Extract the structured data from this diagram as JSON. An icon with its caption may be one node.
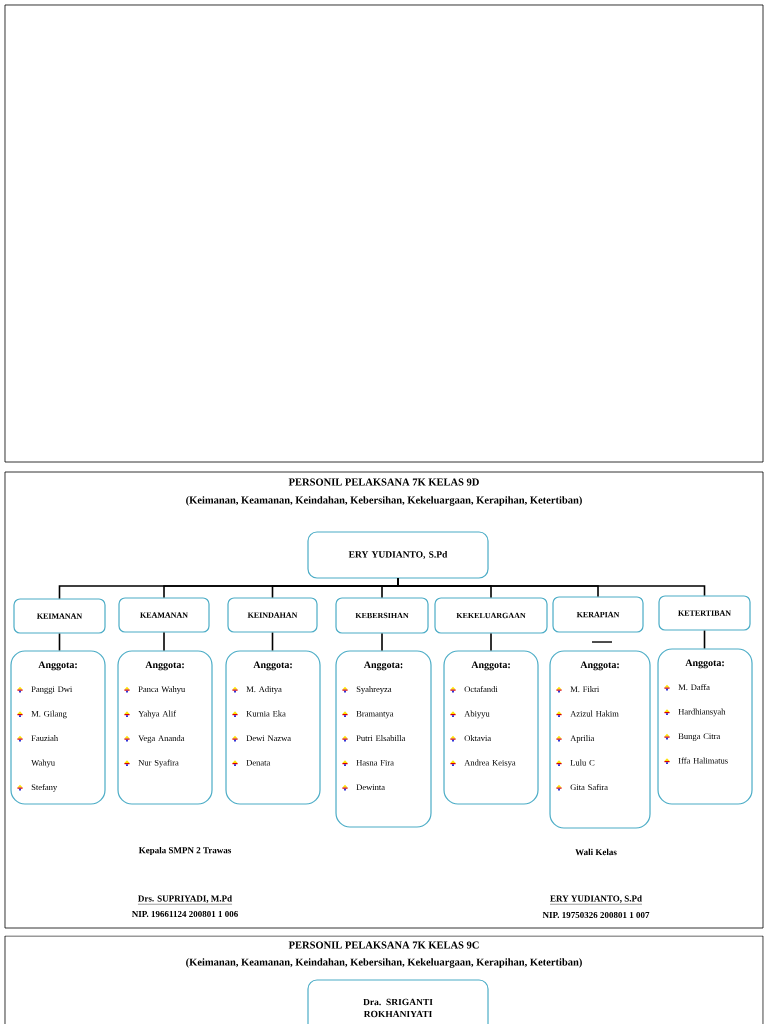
{
  "diagram": {
    "title": "PERSONIL PELAKSANA 7K KELAS 9D",
    "nodes": [
      {
        "text": [
          "ERY YUDIANTO, S.Pd"
        ]
      },
      {
        "text": [
          "KEIMANAN"
        ]
      },
      {
        "text": [
          "KEAMANAN"
        ]
      },
      {
        "text": [
          "KEINDAHAN"
        ]
      },
      {
        "text": [
          "KEBERSIHAN"
        ]
      },
      {
        "text": [
          "KEKELUARGAAN"
        ]
      },
      {
        "text": [
          "KERAPIAN"
        ]
      },
      {
        "text": [
          "KETERTIBAN"
        ]
      },
      {
        "text": [
          "Anggota:",
          "Panggi Dwi",
          "M. Gilang",
          "Fauziah Wahyu",
          "Stefany"
        ]
      },
      {
        "text": [
          "Anggota:",
          "Panca Wahyu",
          "Yahya Alif",
          "Vega Ananda",
          "Nur Syafira"
        ]
      },
      {
        "text": [
          "Anggota:",
          "M. Aditya",
          "Kurnia Eka",
          "Dewi Nazwa",
          "Denata"
        ]
      },
      {
        "text": [
          "Anggota:",
          "Syahreyza",
          "Bramantya",
          "Putri Elsabilla",
          "Hasna Fira",
          "Dewinta"
        ]
      },
      {
        "text": [
          "Anggota:",
          "Octafandi",
          "Abiyyu",
          "Oktavia",
          "Andrea Keisya"
        ]
      },
      {
        "text": [
          "Anggota:",
          "M. Fikri",
          "Azizul Hakim",
          "Aprilia",
          "Lulu C",
          "Gita Safira"
        ]
      },
      {
        "text": [
          "Anggota:",
          "M. Daffa",
          "Hardhiansyah",
          "Bunga Citra",
          "Iffa Halimatus"
        ]
      },
      {
        "text": [
          "Dra. SRIGANTI ROKHANIYATI"
        ]
      }
    ],
    "edges": [
      {
        "from": 0,
        "to": 1,
        "arrow": "none"
      },
      {
        "from": 0,
        "to": 2,
        "arrow": "none"
      },
      {
        "from": 0,
        "to": 3,
        "arrow": "none"
      },
      {
        "from": 0,
        "to": 4,
        "arrow": "none"
      },
      {
        "from": 0,
        "to": 5,
        "arrow": "none"
      },
      {
        "from": 0,
        "to": 6,
        "arrow": "none"
      },
      {
        "from": 0,
        "to": 7,
        "arrow": "none"
      },
      {
        "from": 1,
        "to": 8,
        "arrow": "none"
      },
      {
        "from": 2,
        "to": 9,
        "arrow": "none"
      },
      {
        "from": 3,
        "to": 10,
        "arrow": "none"
      },
      {
        "from": 4,
        "to": 11,
        "arrow": "none"
      },
      {
        "from": 5,
        "to": 12,
        "arrow": "none"
      },
      {
        "from": 7,
        "to": 14,
        "arrow": "none"
      }
    ],
    "labels": [
      "(Keimanan, Keamanan, Keindahan, Kebersihan, Kekeluargaan, Kerapihan, Ketertiban)",
      "Kepala SMPN 2 Trawas",
      "Wali Kelas",
      "Drs. SUPRIYADI, M.Pd",
      "NIP. 19661124 200801 1 006",
      "ERY YUDIANTO, S.Pd",
      "NIP. 19750326 200801 1 007",
      "PERSONIL PELAKSANA 7K KELAS 9C",
      "(Keimanan, Keamanan, Keindahan, Kebersihan, Kekeluargaan, Kerapihan, Ketertiban)"
    ]
  }
}
